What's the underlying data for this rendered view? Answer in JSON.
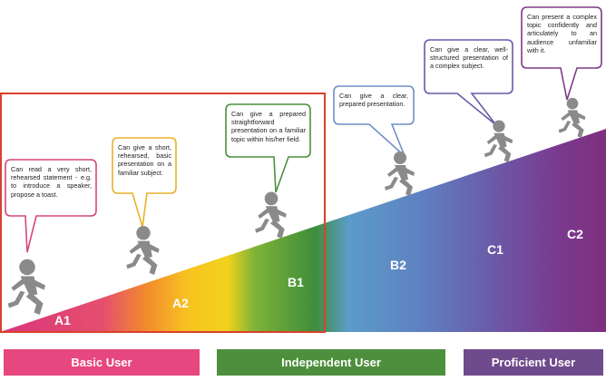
{
  "levels": {
    "a1": "A1",
    "a2": "A2",
    "b1": "B1",
    "b2": "B2",
    "c1": "C1",
    "c2": "C2"
  },
  "descriptors": {
    "a1": "Can read a very short, rehearsed statement - e.g. to introduce a speaker, propose a toast.",
    "a2": "Can give a short, rehearsed, basic presentation on a familiar subject.",
    "b1": "Can give a prepared straightforward presentation on a familiar topic within his/her field.",
    "b2": "Can give a clear, prepared presentation.",
    "c1": "Can give a clear, well-structured presentation of a complex subject.",
    "c2": "Can present a complex topic confidently and articulately to an audience unfamiliar with it."
  },
  "bands": {
    "basic": "Basic User",
    "independent": "Independent User",
    "proficient": "Proficient User"
  },
  "colors": {
    "basic": "#e6477f",
    "independent": "#4d8f3c",
    "proficient": "#6f4a8c",
    "highlight": "#d9412b"
  }
}
